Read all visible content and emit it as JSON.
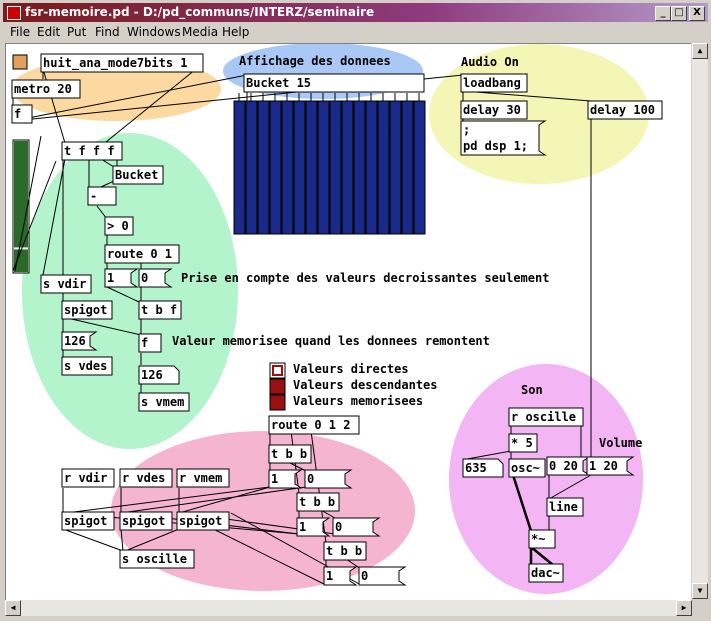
{
  "window": {
    "title": "fsr-memoire.pd  - D:/pd_communs/INTERZ/seminaire",
    "buttons": {
      "minimize": "_",
      "maximize": "□",
      "close": "X"
    }
  },
  "menu": [
    "File",
    "Edit",
    "Put",
    "Find",
    "Windows",
    "Media",
    "Help"
  ],
  "colors": {
    "orange_zone": "#fcd9a0",
    "blue_zone": "#a9c8f5",
    "yellow_zone": "#f5f5b5",
    "green_zone": "#b3f4cc",
    "pink_zone": "#f5b5d0",
    "magenta_zone": "#f3b5f3",
    "slider_blue": "#1a2a8a",
    "slider_green": "#2a6a2a",
    "toggle_red": "#9a1010"
  },
  "objects": [
    "huit_ana_mode7bits 1",
    "metro 20",
    "f",
    "t f f f",
    "Bucket",
    "-",
    "> 0",
    "route 0 1",
    "t b f",
    "spigot",
    "f",
    "s vdir",
    "s vdes",
    "s vmem",
    "Bucket 15",
    "loadbang",
    "delay 30",
    "delay 100",
    "route 0 1 2",
    "t b b",
    "t b b",
    "t b b",
    "r vdir",
    "r vdes",
    "r vmem",
    "spigot",
    "spigot",
    "spigot",
    "s oscille",
    "r oscille",
    "* 5",
    "osc~",
    "line",
    "*~",
    "dac~"
  ],
  "messages": [
    ";\npd dsp 1;",
    "1",
    "0",
    "126",
    "126",
    "1",
    "0",
    "1",
    "0",
    "1",
    "0",
    "635",
    "0 20",
    "1 20"
  ],
  "comments": [
    "Affichage des donnees",
    "Audio On",
    "Prise en compte des valeurs decroissantes seulement",
    "Valeur memorisee quand les donnees remontent",
    "Valeurs directes",
    "Valeurs descendantes",
    "Valeurs memorisees",
    "Son",
    "Volume"
  ],
  "sliders": {
    "count": 16
  },
  "vslider": {
    "level": 0.18
  }
}
